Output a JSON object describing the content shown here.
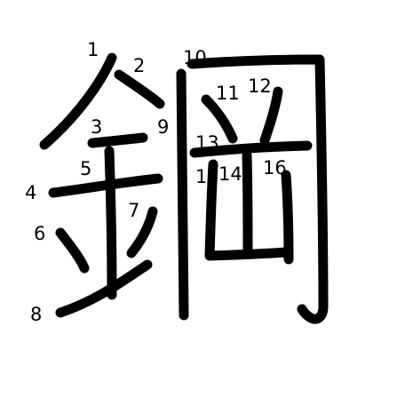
{
  "character": "鋼",
  "stroke_numbers": [
    "1",
    "2",
    "3",
    "4",
    "5",
    "6",
    "7",
    "8",
    "9",
    "10",
    "11",
    "12",
    "13",
    "14",
    "15",
    "16"
  ]
}
